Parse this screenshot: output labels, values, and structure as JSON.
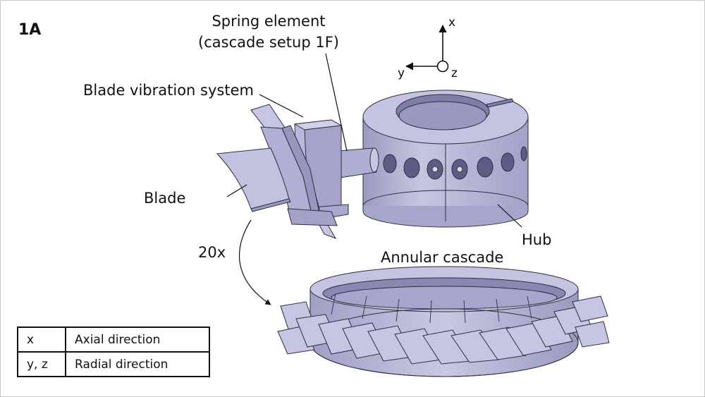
{
  "panel_id": "1A",
  "labels": {
    "spring_line1": "Spring element",
    "spring_line2": "(cascade setup 1F)",
    "blade_vibration_system": "Blade vibration system",
    "blade": "Blade",
    "hub": "Hub",
    "count": "20x",
    "annular_cascade": "Annular cascade"
  },
  "axes": {
    "x": "x",
    "y": "y",
    "z": "z"
  },
  "legend": {
    "rows": [
      {
        "symbol": "x",
        "description": "Axial direction"
      },
      {
        "symbol": "y, z",
        "description": "Radial direction"
      }
    ]
  },
  "colors": {
    "part_fill": "#b4b4d4",
    "part_light": "#d2d2e8",
    "part_dark": "#8e8eb4",
    "edge": "#2e2e3e"
  }
}
